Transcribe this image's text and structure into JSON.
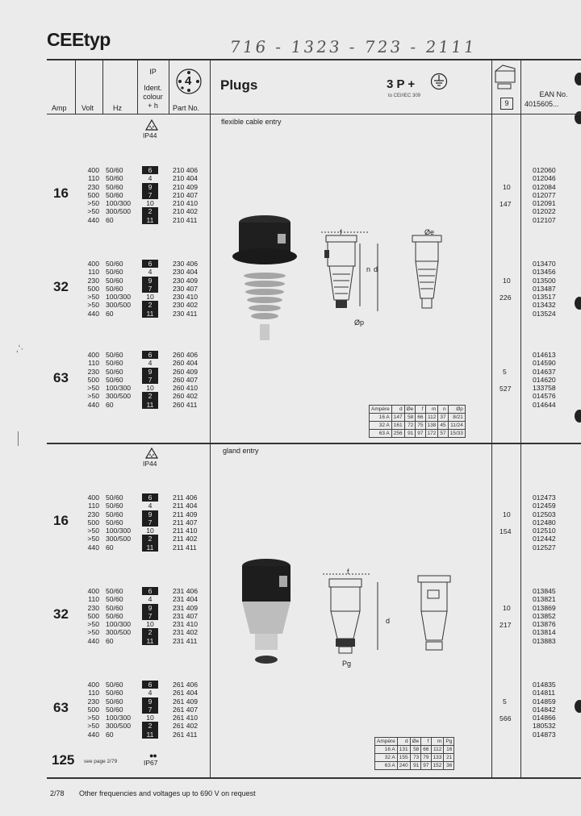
{
  "brand": "CEEtyp",
  "handwritten_note": "716 - 1323  -  723 - 2111",
  "header": {
    "amp": "Amp",
    "volt": "Volt",
    "hz": "Hz",
    "ip": "IP",
    "ident": "Ident.",
    "colour": "colour",
    "plus_h": "+ h",
    "pins": "4",
    "part_no": "Part No.",
    "title": "Plugs",
    "poles": "3 P +",
    "standard": "to CEI/IEC 309",
    "pack_qty": "9",
    "ean_no": "EAN No.",
    "ean_prefix": "4015605..."
  },
  "section1": {
    "rating": "IP44",
    "title": "flexible cable entry",
    "groups": [
      {
        "amp": "16",
        "volts": [
          "400",
          "110",
          "230",
          "500",
          ">50",
          ">50",
          "440"
        ],
        "hz": [
          "50/60",
          "50/60",
          "50/60",
          "50/60",
          "100/300",
          "300/500",
          "60"
        ],
        "colour": [
          "6",
          "4",
          "9",
          "7",
          "10",
          "2",
          "11"
        ],
        "parts": [
          "210 406",
          "210 404",
          "210 409",
          "210 407",
          "210 410",
          "210 402",
          "210 411"
        ],
        "qty": "10",
        "weight": "147",
        "ean": [
          "012060",
          "012046",
          "012084",
          "012077",
          "012091",
          "012022",
          "012107"
        ]
      },
      {
        "amp": "32",
        "volts": [
          "400",
          "110",
          "230",
          "500",
          ">50",
          ">50",
          "440"
        ],
        "hz": [
          "50/60",
          "50/60",
          "50/60",
          "50/60",
          "100/300",
          "300/500",
          "60"
        ],
        "colour": [
          "6",
          "4",
          "9",
          "7",
          "10",
          "2",
          "11"
        ],
        "parts": [
          "230 406",
          "230 404",
          "230 409",
          "230 407",
          "230 410",
          "230 402",
          "230 411"
        ],
        "qty": "10",
        "weight": "226",
        "ean": [
          "013470",
          "013456",
          "013500",
          "013487",
          "013517",
          "013432",
          "013524"
        ]
      },
      {
        "amp": "63",
        "volts": [
          "400",
          "110",
          "230",
          "500",
          ">50",
          ">50",
          "440"
        ],
        "hz": [
          "50/60",
          "50/60",
          "50/60",
          "50/60",
          "100/300",
          "300/500",
          "60"
        ],
        "colour": [
          "6",
          "4",
          "9",
          "7",
          "10",
          "2",
          "11"
        ],
        "parts": [
          "260 406",
          "260 404",
          "260 409",
          "260 407",
          "260 410",
          "260 402",
          "260 411"
        ],
        "qty": "5",
        "weight": "527",
        "ean": [
          "014613",
          "014590",
          "014637",
          "014620",
          "133758",
          "014576",
          "014644"
        ]
      }
    ],
    "dim_labels": {
      "f": "f",
      "oe": "Øe",
      "n": "n",
      "d": "d",
      "op": "Øp"
    },
    "dims_table": {
      "headers": [
        "Ampère",
        "d",
        "Øe",
        "f",
        "m",
        "n",
        "Øp"
      ],
      "rows": [
        [
          "16 A",
          "147",
          "58",
          "66",
          "112",
          "37",
          "8/21"
        ],
        [
          "32 A",
          "161",
          "72",
          "75",
          "138",
          "45",
          "11/24"
        ],
        [
          "63 A",
          "256",
          "91",
          "97",
          "172",
          "57",
          "15/33"
        ]
      ]
    }
  },
  "section2": {
    "rating": "IP44",
    "title": "gland entry",
    "groups": [
      {
        "amp": "16",
        "volts": [
          "400",
          "110",
          "230",
          "500",
          ">50",
          ">50",
          "440"
        ],
        "hz": [
          "50/60",
          "50/60",
          "50/60",
          "50/60",
          "100/300",
          "300/500",
          "60"
        ],
        "colour": [
          "6",
          "4",
          "9",
          "7",
          "10",
          "2",
          "11"
        ],
        "parts": [
          "211 406",
          "211 404",
          "211 409",
          "211 407",
          "211 410",
          "211 402",
          "211 411"
        ],
        "qty": "10",
        "weight": "154",
        "ean": [
          "012473",
          "012459",
          "012503",
          "012480",
          "012510",
          "012442",
          "012527"
        ]
      },
      {
        "amp": "32",
        "volts": [
          "400",
          "110",
          "230",
          "500",
          ">50",
          ">50",
          "440"
        ],
        "hz": [
          "50/60",
          "50/60",
          "50/60",
          "50/60",
          "100/300",
          "300/500",
          "60"
        ],
        "colour": [
          "6",
          "4",
          "9",
          "7",
          "10",
          "2",
          "11"
        ],
        "parts": [
          "231 406",
          "231 404",
          "231 409",
          "231 407",
          "231 410",
          "231 402",
          "231 411"
        ],
        "qty": "10",
        "weight": "217",
        "ean": [
          "013845",
          "013821",
          "013869",
          "013852",
          "013876",
          "013814",
          "013883"
        ]
      },
      {
        "amp": "63",
        "volts": [
          "400",
          "110",
          "230",
          "500",
          ">50",
          ">50",
          "440"
        ],
        "hz": [
          "50/60",
          "50/60",
          "50/60",
          "50/60",
          "100/300",
          "300/500",
          "60"
        ],
        "colour": [
          "6",
          "4",
          "9",
          "7",
          "10",
          "2",
          "11"
        ],
        "parts": [
          "261 406",
          "261 404",
          "261 409",
          "261 407",
          "261 410",
          "261 402",
          "261 411"
        ],
        "qty": "5",
        "weight": "566",
        "ean": [
          "014835",
          "014811",
          "014859",
          "014842",
          "014866",
          "180532",
          "014873"
        ]
      }
    ],
    "amp_125": "125",
    "see_page": "see page 2/79",
    "ip67": "IP67",
    "dim_labels": {
      "f": "f",
      "d": "d",
      "pg": "Pg"
    },
    "dims_table": {
      "headers": [
        "Ampère",
        "d",
        "Øe",
        "f",
        "m",
        "Pg"
      ],
      "rows": [
        [
          "16 A",
          "131",
          "58",
          "66",
          "112",
          "16"
        ],
        [
          "32 A",
          "155",
          "73",
          "79",
          "133",
          "21"
        ],
        [
          "63 A",
          "240",
          "91",
          "97",
          "152",
          "36"
        ]
      ]
    }
  },
  "footer": {
    "page": "2/78",
    "note": "Other frequencies and voltages up to 690 V on request"
  }
}
